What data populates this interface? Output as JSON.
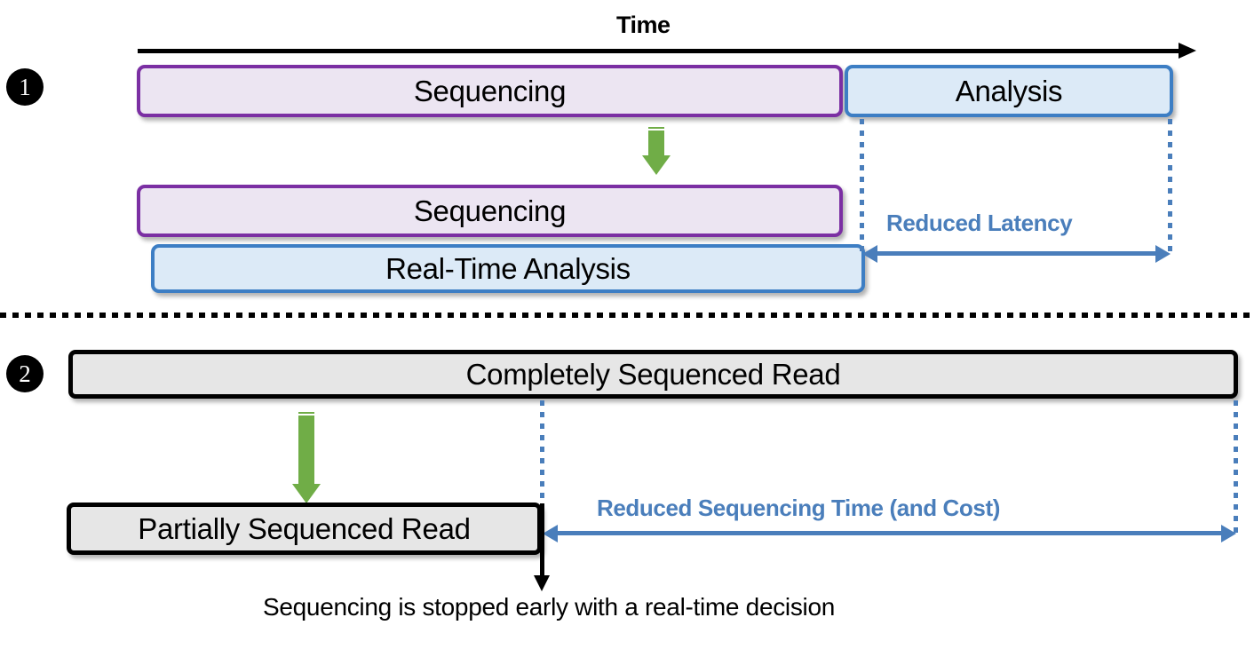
{
  "diagram": {
    "title_axis_label": "Time",
    "steps": [
      {
        "badge": "1"
      },
      {
        "badge": "2"
      }
    ],
    "section_one": {
      "row_conventional": {
        "sequencing_label": "Sequencing",
        "analysis_label": "Analysis"
      },
      "row_realtime": {
        "sequencing_label": "Sequencing",
        "analysis_label": "Real-Time Analysis"
      },
      "measure_label": "Reduced Latency"
    },
    "section_two": {
      "complete_read_label": "Completely Sequenced Read",
      "partial_read_label": "Partially Sequenced Read",
      "measure_label": "Reduced Sequencing Time (and Cost)",
      "caption": "Sequencing is stopped early with a real-time decision"
    },
    "colors": {
      "sequencing_border": "#7b2fa3",
      "sequencing_fill": "#ece5f2",
      "analysis_border": "#3d7ec4",
      "analysis_fill": "#dceaf7",
      "read_border": "#000000",
      "read_fill": "#e6e6e6",
      "measure_blue": "#4a7ebb",
      "transform_green": "#70ad47",
      "axis_black": "#000000"
    }
  }
}
